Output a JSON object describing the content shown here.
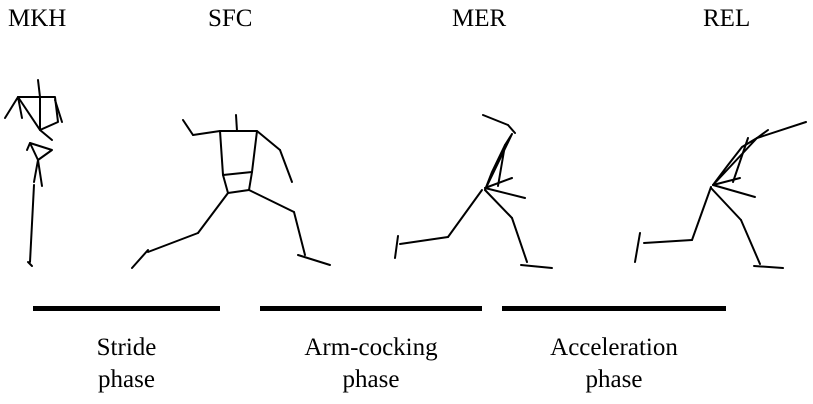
{
  "events": [
    {
      "label": "MKH"
    },
    {
      "label": "SFC"
    },
    {
      "label": "MER"
    },
    {
      "label": "REL"
    }
  ],
  "phases": [
    {
      "line1": "Stride",
      "line2": "phase"
    },
    {
      "line1": "Arm-cocking",
      "line2": "phase"
    },
    {
      "line1": "Acceleration",
      "line2": "phase"
    }
  ],
  "colors": {
    "ink": "#000000",
    "background": "#ffffff"
  }
}
